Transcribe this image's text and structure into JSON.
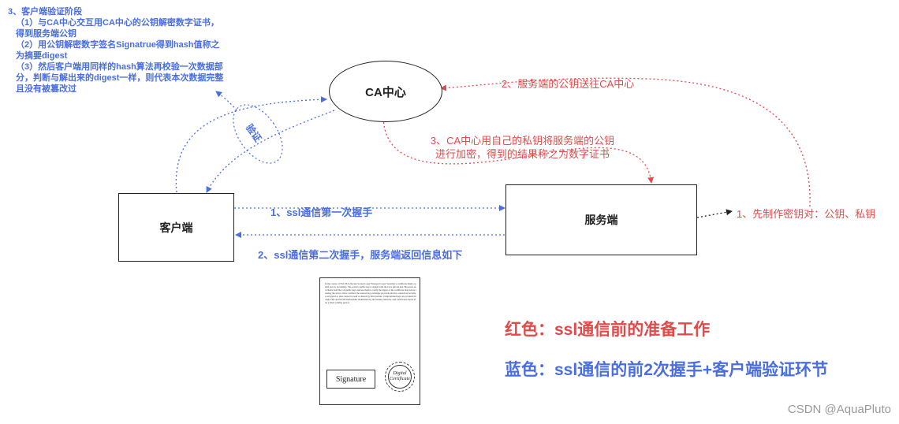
{
  "nodes": {
    "ca": "CA中心",
    "client": "客户端",
    "server": "服务端"
  },
  "notes": {
    "title": "3、客户端验证阶段",
    "step1": "（1）与CA中心交互用CA中心的公钥解密数字证书，得到服务端公钥",
    "step2": "（2）用公钥解密数字签名Signatrue得到hash值称之为摘要digest",
    "step3": "（3）然后客户端用同样的hash算法再校验一次数据部分，判断与解出来的digest一样，则代表本次数据完整且没有被篡改过"
  },
  "verify_label": "验证",
  "edges": {
    "handshake1": "1、ssl通信第一次握手",
    "handshake2": "2、ssl通信第二次握手，服务端返回信息如下",
    "server_pubkey_to_ca": "2、服务端的公钥送往CA中心",
    "ca_sign": "3、CA中心用自己的私钥将服务端的公钥进行加密，得到的结果称之为数字证书",
    "keypair": "1、先制作密钥对：公钥、私钥"
  },
  "certificate": {
    "body": "In the course of SSL/TLS (Secure Socket Layer/Transport Layer Security) a certificate binds a public key to an identity. The server's public key is signed with the CA's private key. Browsers and clients hold the CA public keys and use them to verify the digest of the certificate data before trusting the server. Once verified, the session key exchange proceeds and the connection becomes encrypted so data cannot be read or altered by third parties. Compromised keys are revoked through CRL and OCSP mechanisms maintained by the issuing authority, and certificates expire after a fixed validity period.",
    "signature": "Signature",
    "seal": "Digital Certificate"
  },
  "legend": {
    "red": "红色：ssl通信前的准备工作",
    "blue": "蓝色：ssl通信的前2次握手+客户端验证环节"
  },
  "watermark": "CSDN @AquaPluto",
  "colors": {
    "blue": "#4a6ee0",
    "red": "#e04a4a",
    "dark": "#222222"
  }
}
